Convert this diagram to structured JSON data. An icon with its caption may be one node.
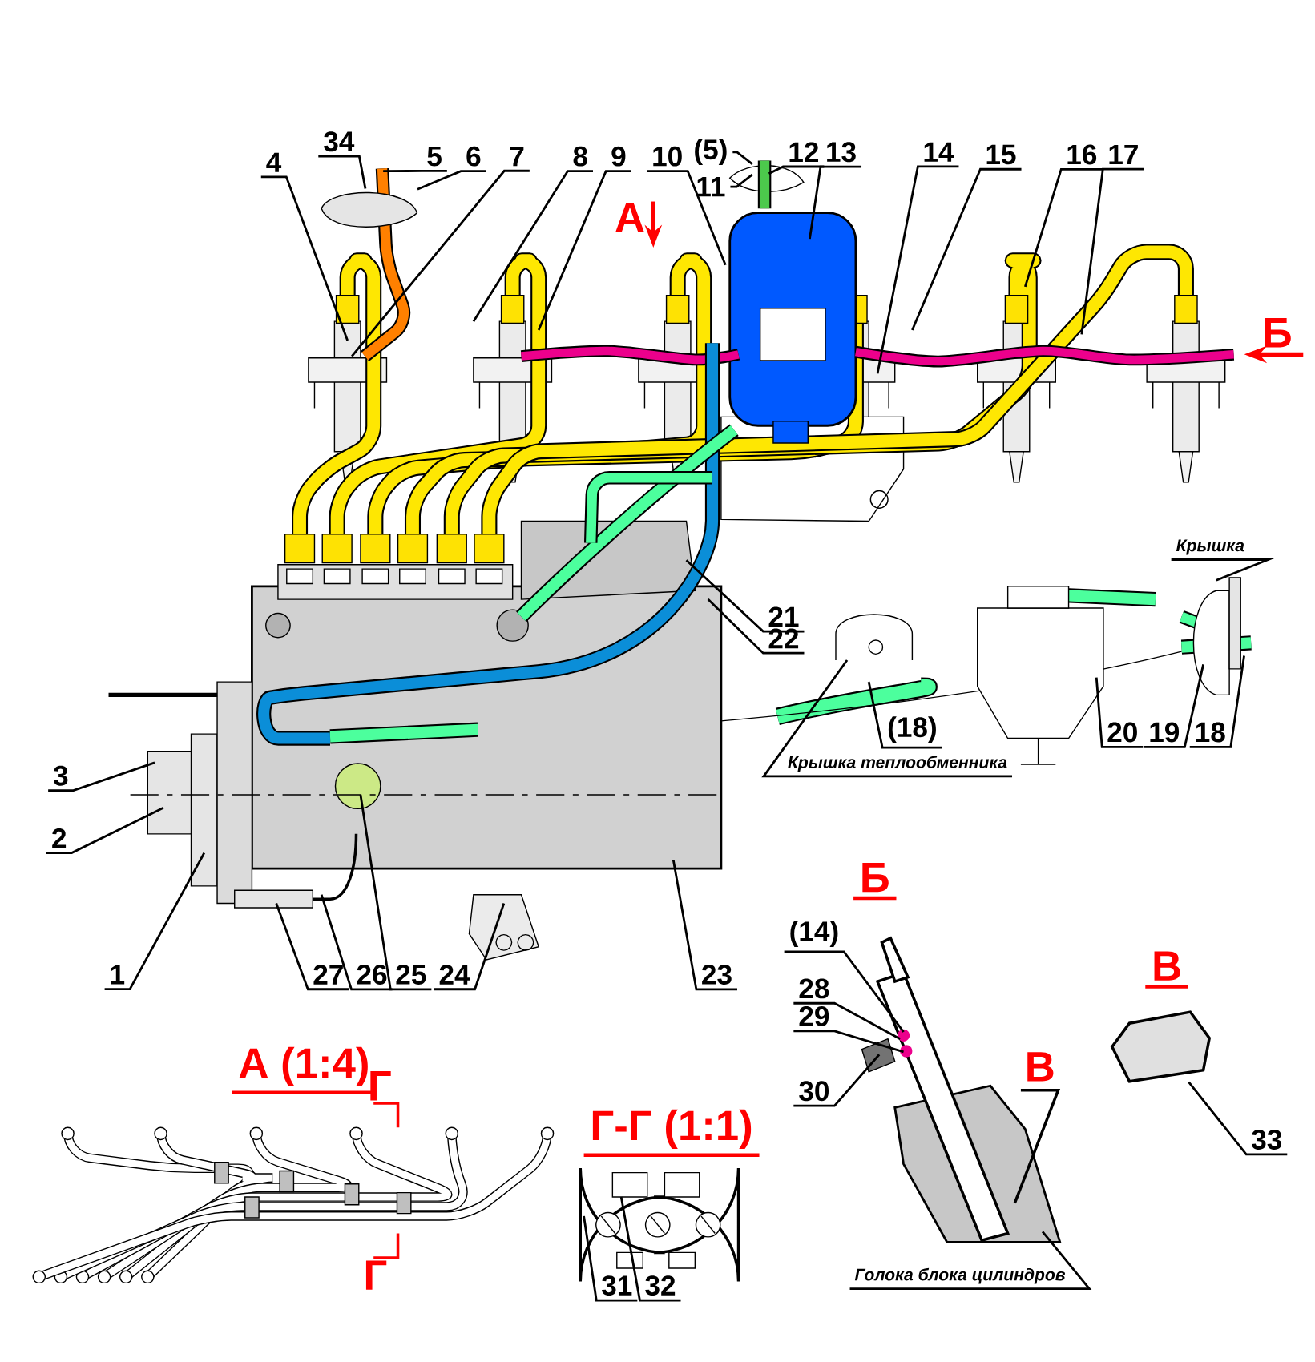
{
  "diagram": {
    "nodes": [
      {
        "text": [
          "4"
        ]
      },
      {
        "text": [
          "34"
        ]
      },
      {
        "text": [
          "5"
        ]
      },
      {
        "text": [
          "6"
        ]
      },
      {
        "text": [
          "7"
        ]
      },
      {
        "text": [
          "8"
        ]
      },
      {
        "text": [
          "9"
        ]
      },
      {
        "text": [
          "10"
        ]
      },
      {
        "text": [
          "(5)"
        ]
      },
      {
        "text": [
          "11"
        ]
      },
      {
        "text": [
          "12"
        ]
      },
      {
        "text": [
          "13"
        ]
      },
      {
        "text": [
          "14"
        ]
      },
      {
        "text": [
          "15"
        ]
      },
      {
        "text": [
          "16"
        ]
      },
      {
        "text": [
          "17"
        ]
      },
      {
        "text": [
          "Крышка"
        ]
      },
      {
        "text": [
          "21"
        ]
      },
      {
        "text": [
          "22"
        ]
      },
      {
        "text": [
          "(18)"
        ]
      },
      {
        "text": [
          "20"
        ]
      },
      {
        "text": [
          "19"
        ]
      },
      {
        "text": [
          "18"
        ]
      },
      {
        "text": [
          "3"
        ]
      },
      {
        "text": [
          "Крышка теплообменника"
        ]
      },
      {
        "text": [
          "2"
        ]
      },
      {
        "text": [
          "1"
        ]
      },
      {
        "text": [
          "27"
        ]
      },
      {
        "text": [
          "26"
        ]
      },
      {
        "text": [
          "25"
        ]
      },
      {
        "text": [
          "24"
        ]
      },
      {
        "text": [
          "23"
        ]
      },
      {
        "text": [
          "(14)"
        ]
      },
      {
        "text": [
          "28"
        ]
      },
      {
        "text": [
          "29"
        ]
      },
      {
        "text": [
          "30"
        ]
      },
      {
        "text": [
          "33"
        ]
      },
      {
        "text": [
          "Голока блока цилиндров"
        ]
      },
      {
        "text": [
          "31"
        ]
      },
      {
        "text": [
          "32"
        ]
      },
      {
        "text": [],
        "shape": "picture",
        "beside": [
          "В"
        ]
      },
      {
        "text": [],
        "shape": "picture"
      }
    ],
    "edges": [
      {
        "from": 0,
        "to": null,
        "arrow": "none"
      },
      {
        "from": 1,
        "to": 41,
        "arrow": "none"
      },
      {
        "from": 2,
        "to": null,
        "arrow": "none"
      },
      {
        "from": 3,
        "to": 41,
        "arrow": "none"
      },
      {
        "from": 4,
        "to": null,
        "arrow": "none"
      },
      {
        "from": 5,
        "to": null,
        "arrow": "none"
      },
      {
        "from": 6,
        "to": null,
        "arrow": "none"
      },
      {
        "from": 7,
        "to": null,
        "arrow": "none"
      },
      {
        "from": 8,
        "to": null,
        "arrow": "none"
      },
      {
        "from": 9,
        "to": null,
        "arrow": "none"
      },
      {
        "from": 10,
        "to": null,
        "arrow": "none"
      },
      {
        "from": 11,
        "to": null,
        "arrow": "none"
      },
      {
        "from": 12,
        "to": null,
        "arrow": "none"
      },
      {
        "from": 13,
        "to": null,
        "arrow": "none"
      },
      {
        "from": 14,
        "to": null,
        "arrow": "none"
      },
      {
        "from": 15,
        "to": null,
        "arrow": "none"
      },
      {
        "from": 16,
        "to": null,
        "arrow": "none"
      },
      {
        "from": 17,
        "to": null,
        "arrow": "none"
      },
      {
        "from": 18,
        "to": null,
        "arrow": "none"
      },
      {
        "from": 19,
        "to": null,
        "arrow": "none"
      },
      {
        "from": 20,
        "to": null,
        "arrow": "none"
      },
      {
        "from": 21,
        "to": null,
        "arrow": "none"
      },
      {
        "from": 22,
        "to": null,
        "arrow": "none"
      },
      {
        "from": 23,
        "to": null,
        "arrow": "none"
      },
      {
        "from": 24,
        "to": null,
        "arrow": "none"
      },
      {
        "from": 25,
        "to": null,
        "arrow": "none"
      },
      {
        "from": 26,
        "to": null,
        "arrow": "none"
      },
      {
        "from": 27,
        "to": null,
        "arrow": "none"
      },
      {
        "from": 28,
        "to": null,
        "arrow": "none"
      },
      {
        "from": 29,
        "to": null,
        "arrow": "none"
      },
      {
        "from": 30,
        "to": null,
        "arrow": "none"
      },
      {
        "from": 31,
        "to": null,
        "arrow": "none"
      },
      {
        "from": 32,
        "to": null,
        "arrow": "none"
      },
      {
        "from": 33,
        "to": null,
        "arrow": "none"
      },
      {
        "from": 34,
        "to": null,
        "arrow": "none"
      },
      {
        "from": 35,
        "to": null,
        "arrow": "none"
      },
      {
        "from": 36,
        "to": 40,
        "arrow": "none"
      },
      {
        "from": 37,
        "to": null,
        "arrow": "none"
      },
      {
        "from": 38,
        "to": null,
        "arrow": "none"
      },
      {
        "from": 39,
        "to": null,
        "arrow": "none"
      }
    ],
    "labels": [
      "А",
      "Б",
      "Б",
      "А (1:4)",
      "Г",
      "В",
      "Г-Г (1:1)",
      "Г"
    ]
  }
}
